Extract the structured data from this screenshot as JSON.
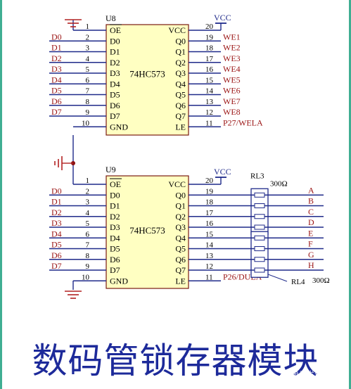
{
  "chips": [
    {
      "ref": "U8",
      "part": "74HC573",
      "power_label": "VCC",
      "left_pins": [
        {
          "num": "1",
          "name": "OE",
          "net": ""
        },
        {
          "num": "2",
          "name": "D0",
          "net": "D0"
        },
        {
          "num": "3",
          "name": "D1",
          "net": "D1"
        },
        {
          "num": "4",
          "name": "D2",
          "net": "D2"
        },
        {
          "num": "5",
          "name": "D3",
          "net": "D3"
        },
        {
          "num": "6",
          "name": "D4",
          "net": "D4"
        },
        {
          "num": "7",
          "name": "D5",
          "net": "D5"
        },
        {
          "num": "8",
          "name": "D6",
          "net": "D6"
        },
        {
          "num": "9",
          "name": "D7",
          "net": "D7"
        },
        {
          "num": "10",
          "name": "GND",
          "net": ""
        }
      ],
      "right_pins": [
        {
          "num": "20",
          "name": "VCC",
          "net": ""
        },
        {
          "num": "19",
          "name": "Q0",
          "net": "WE1"
        },
        {
          "num": "18",
          "name": "Q1",
          "net": "WE2"
        },
        {
          "num": "17",
          "name": "Q2",
          "net": "WE3"
        },
        {
          "num": "16",
          "name": "Q3",
          "net": "WE4"
        },
        {
          "num": "15",
          "name": "Q4",
          "net": "WE5"
        },
        {
          "num": "14",
          "name": "Q5",
          "net": "WE6"
        },
        {
          "num": "13",
          "name": "Q6",
          "net": "WE7"
        },
        {
          "num": "12",
          "name": "Q7",
          "net": "WE8"
        },
        {
          "num": "11",
          "name": "LE",
          "net": "P27/WELA"
        }
      ]
    },
    {
      "ref": "U9",
      "part": "74HC573",
      "power_label": "VCC",
      "left_pins": [
        {
          "num": "1",
          "name": "OE",
          "net": ""
        },
        {
          "num": "2",
          "name": "D0",
          "net": "D0"
        },
        {
          "num": "3",
          "name": "D1",
          "net": "D1"
        },
        {
          "num": "4",
          "name": "D2",
          "net": "D2"
        },
        {
          "num": "5",
          "name": "D3",
          "net": "D3"
        },
        {
          "num": "6",
          "name": "D4",
          "net": "D4"
        },
        {
          "num": "7",
          "name": "D5",
          "net": "D5"
        },
        {
          "num": "8",
          "name": "D6",
          "net": "D6"
        },
        {
          "num": "9",
          "name": "D7",
          "net": "D7"
        },
        {
          "num": "10",
          "name": "GND",
          "net": ""
        }
      ],
      "right_pins": [
        {
          "num": "20",
          "name": "VCC",
          "net": ""
        },
        {
          "num": "19",
          "name": "Q0",
          "net": ""
        },
        {
          "num": "18",
          "name": "Q1",
          "net": ""
        },
        {
          "num": "17",
          "name": "Q2",
          "net": ""
        },
        {
          "num": "16",
          "name": "Q3",
          "net": ""
        },
        {
          "num": "15",
          "name": "Q4",
          "net": ""
        },
        {
          "num": "14",
          "name": "Q5",
          "net": ""
        },
        {
          "num": "13",
          "name": "Q6",
          "net": ""
        },
        {
          "num": "12",
          "name": "Q7",
          "net": ""
        },
        {
          "num": "11",
          "name": "LE",
          "net": "P26/DULA"
        }
      ]
    }
  ],
  "resistors": {
    "rl3_label": "RL3",
    "rl3_value": "300Ω",
    "rl4_label": "RL4",
    "rl4_value": "300Ω"
  },
  "segments": [
    "A",
    "B",
    "C",
    "D",
    "E",
    "F",
    "G",
    "H"
  ],
  "caption": "数码管锁存器模块",
  "watermark": "@电子发烧友社区",
  "colors": {
    "wire": "#1f2a8a",
    "net_label": "#9b1515",
    "chip_fill": "#ffffc2",
    "chip_border": "#7a1a10",
    "text": "#000000",
    "power": "#1f2a8a",
    "ground": "#b22222",
    "junction": "#8b1010",
    "caption": "#1d2a9a",
    "frame": "#3fae92"
  }
}
